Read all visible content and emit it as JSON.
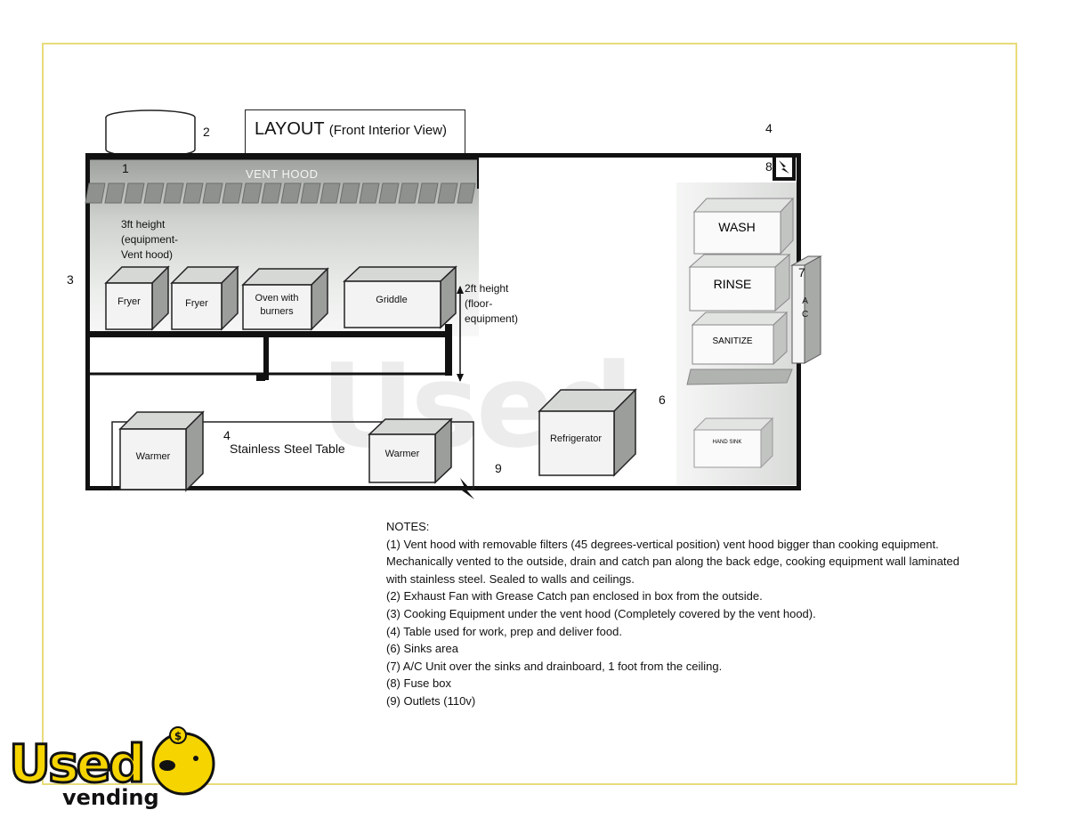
{
  "title": {
    "main": "LAYOUT",
    "sub": "(Front Interior View)"
  },
  "numbers": {
    "n1": "1",
    "n2": "2",
    "n3": "3",
    "n4_top": "4",
    "n4_table": "4",
    "n6": "6",
    "n7": "7",
    "n8": "8",
    "n9": "9"
  },
  "labels": {
    "vent_hood": "VENT HOOD",
    "height_3ft": [
      "3ft height",
      "(equipment-",
      "Vent hood)"
    ],
    "height_2ft": [
      "2ft height",
      "(floor-",
      "equipment)"
    ],
    "stainless_table": "Stainless Steel Table",
    "ac_letters": [
      "A",
      "C"
    ]
  },
  "equipment": {
    "fryer1": "Fryer",
    "fryer2": "Fryer",
    "oven": [
      "Oven with",
      "burners"
    ],
    "griddle": "Griddle",
    "warmer1": "Warmer",
    "warmer2": "Warmer",
    "refrigerator": "Refrigerator",
    "wash": "WASH",
    "rinse": "RINSE",
    "sanitize": "SANITIZE",
    "hand_sink": "HAND SINK"
  },
  "notes": {
    "heading": "NOTES:",
    "items": [
      "(1) Vent hood with removable filters (45 degrees-vertical position) vent hood bigger than cooking equipment.",
      "Mechanically vented to the outside, drain and catch pan along the back edge, cooking equipment wall laminated",
      "with stainless steel. Sealed to walls and ceilings.",
      "(2) Exhaust Fan with Grease Catch pan enclosed in box from the outside.",
      "(3) Cooking Equipment under the vent hood (Completely covered by the vent hood).",
      "(4) Table used for work, prep and deliver food.",
      "(6) Sinks area",
      "(7) A/C Unit over the sinks and drainboard, 1 foot from the ceiling.",
      "(8) Fuse box",
      "(9) Outlets (110v)"
    ]
  },
  "watermark": "Used",
  "logo": {
    "line1": "Used",
    "line2": "vending"
  },
  "colors": {
    "frame": "#e8dc7a",
    "logo_yellow": "#f5d400",
    "logo_black": "#111111"
  }
}
